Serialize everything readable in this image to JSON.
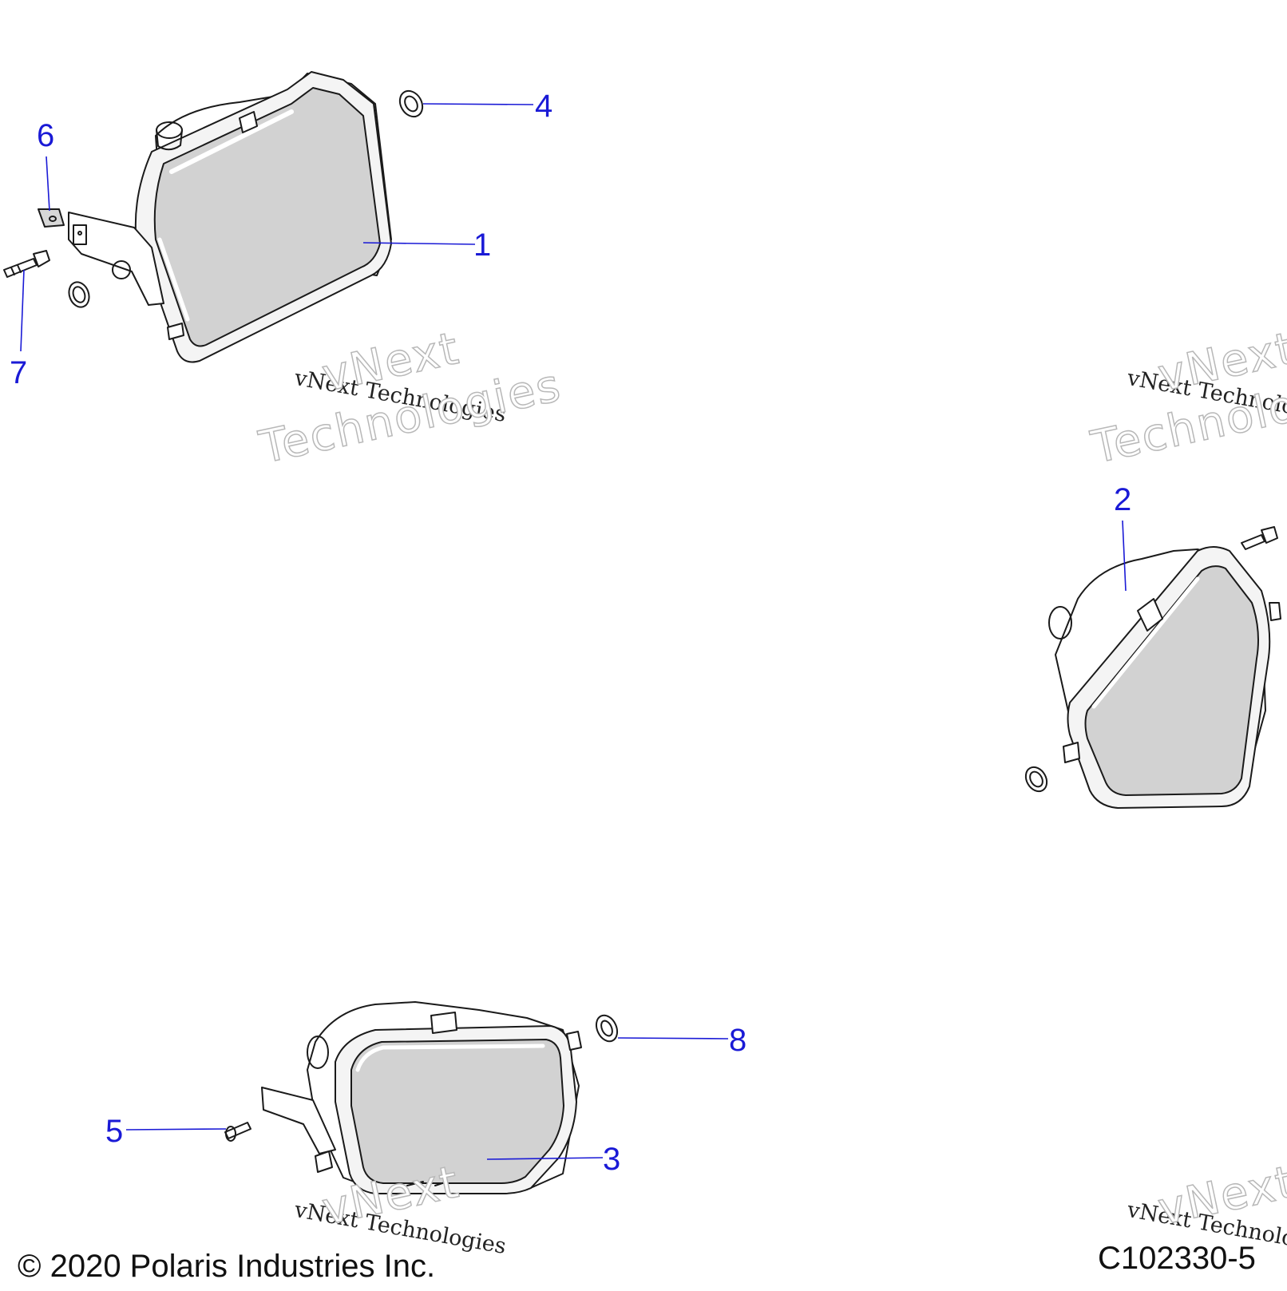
{
  "callouts": {
    "c1": "1",
    "c2": "2",
    "c3": "3",
    "c4": "4",
    "c5": "5",
    "c6": "6",
    "c7": "7",
    "c8": "8"
  },
  "footer": {
    "copyright": "© 2020 Polaris Industries Inc.",
    "figure_code": "C102330-5"
  },
  "watermark": {
    "small": "vNext Technologies",
    "big_line1": "vNext",
    "big_line2": "Technologies"
  },
  "colors": {
    "callout": "#1a1ad6",
    "lens_fill": "#d2d2d2",
    "outline": "#1a1a1a"
  }
}
